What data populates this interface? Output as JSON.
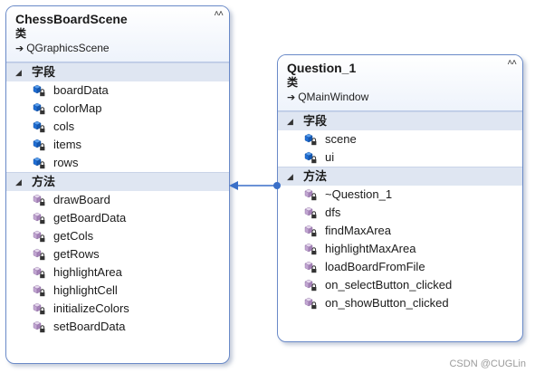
{
  "classes": {
    "chess": {
      "name": "ChessBoardScene",
      "kind": "类",
      "base": "QGraphicsScene",
      "fields_label": "字段",
      "fields": [
        "boardData",
        "colorMap",
        "cols",
        "items",
        "rows"
      ],
      "methods_label": "方法",
      "methods": [
        "drawBoard",
        "getBoardData",
        "getCols",
        "getRows",
        "highlightArea",
        "highlightCell",
        "initializeColors",
        "setBoardData"
      ]
    },
    "question": {
      "name": "Question_1",
      "kind": "类",
      "base": "QMainWindow",
      "fields_label": "字段",
      "fields": [
        "scene",
        "ui"
      ],
      "methods_label": "方法",
      "methods": [
        "~Question_1",
        "dfs",
        "findMaxArea",
        "highlightMaxArea",
        "loadBoardFromFile",
        "on_selectButton_clicked",
        "on_showButton_clicked"
      ]
    }
  },
  "icons": {
    "collapse": "double-chevron-up-icon",
    "base_arrow": "inheritance-arrow-icon",
    "section_toggle": "triangle-down-icon",
    "field": "field-cube-icon",
    "method": "method-cube-icon",
    "lock": "lock-icon"
  },
  "colors": {
    "border": "#6a8ac8",
    "section_bg": "#dfe6f2",
    "field_icon": "#1f6fd6",
    "method_icon": "#b89ac8",
    "connector": "#3a6fc8"
  },
  "watermark": "CSDN @CUGLin"
}
